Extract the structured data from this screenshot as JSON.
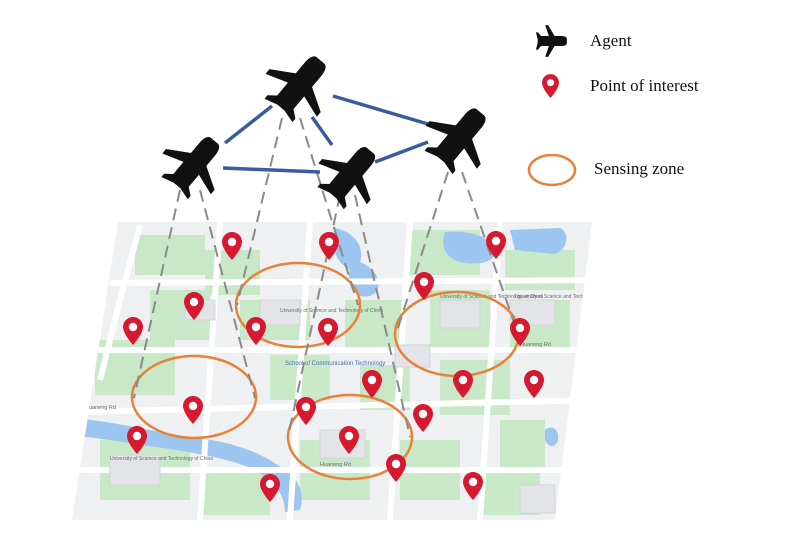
{
  "legend": {
    "agent_label": "Agent",
    "poi_label": "Point of interest",
    "zone_label": "Sensing zone"
  },
  "map": {
    "labels": [
      "University of Science and Technology of China",
      "University of Science and Technology of China",
      "University of Science and Technology of China",
      "University of Science and Technology of China",
      "School of Communication Technology",
      "Huaneng Rd",
      "Huaneng Rd",
      "Huaneng Rd"
    ]
  },
  "colors": {
    "agent": "#111111",
    "link": "#3a5ba0",
    "projection": "#8a8a8a",
    "zone": "#e8823a",
    "poi": "#d7192f",
    "map_bg": "#eef0f1",
    "map_green": "#c8e8c8",
    "map_water": "#9cc6ef",
    "map_road": "#ffffff"
  }
}
